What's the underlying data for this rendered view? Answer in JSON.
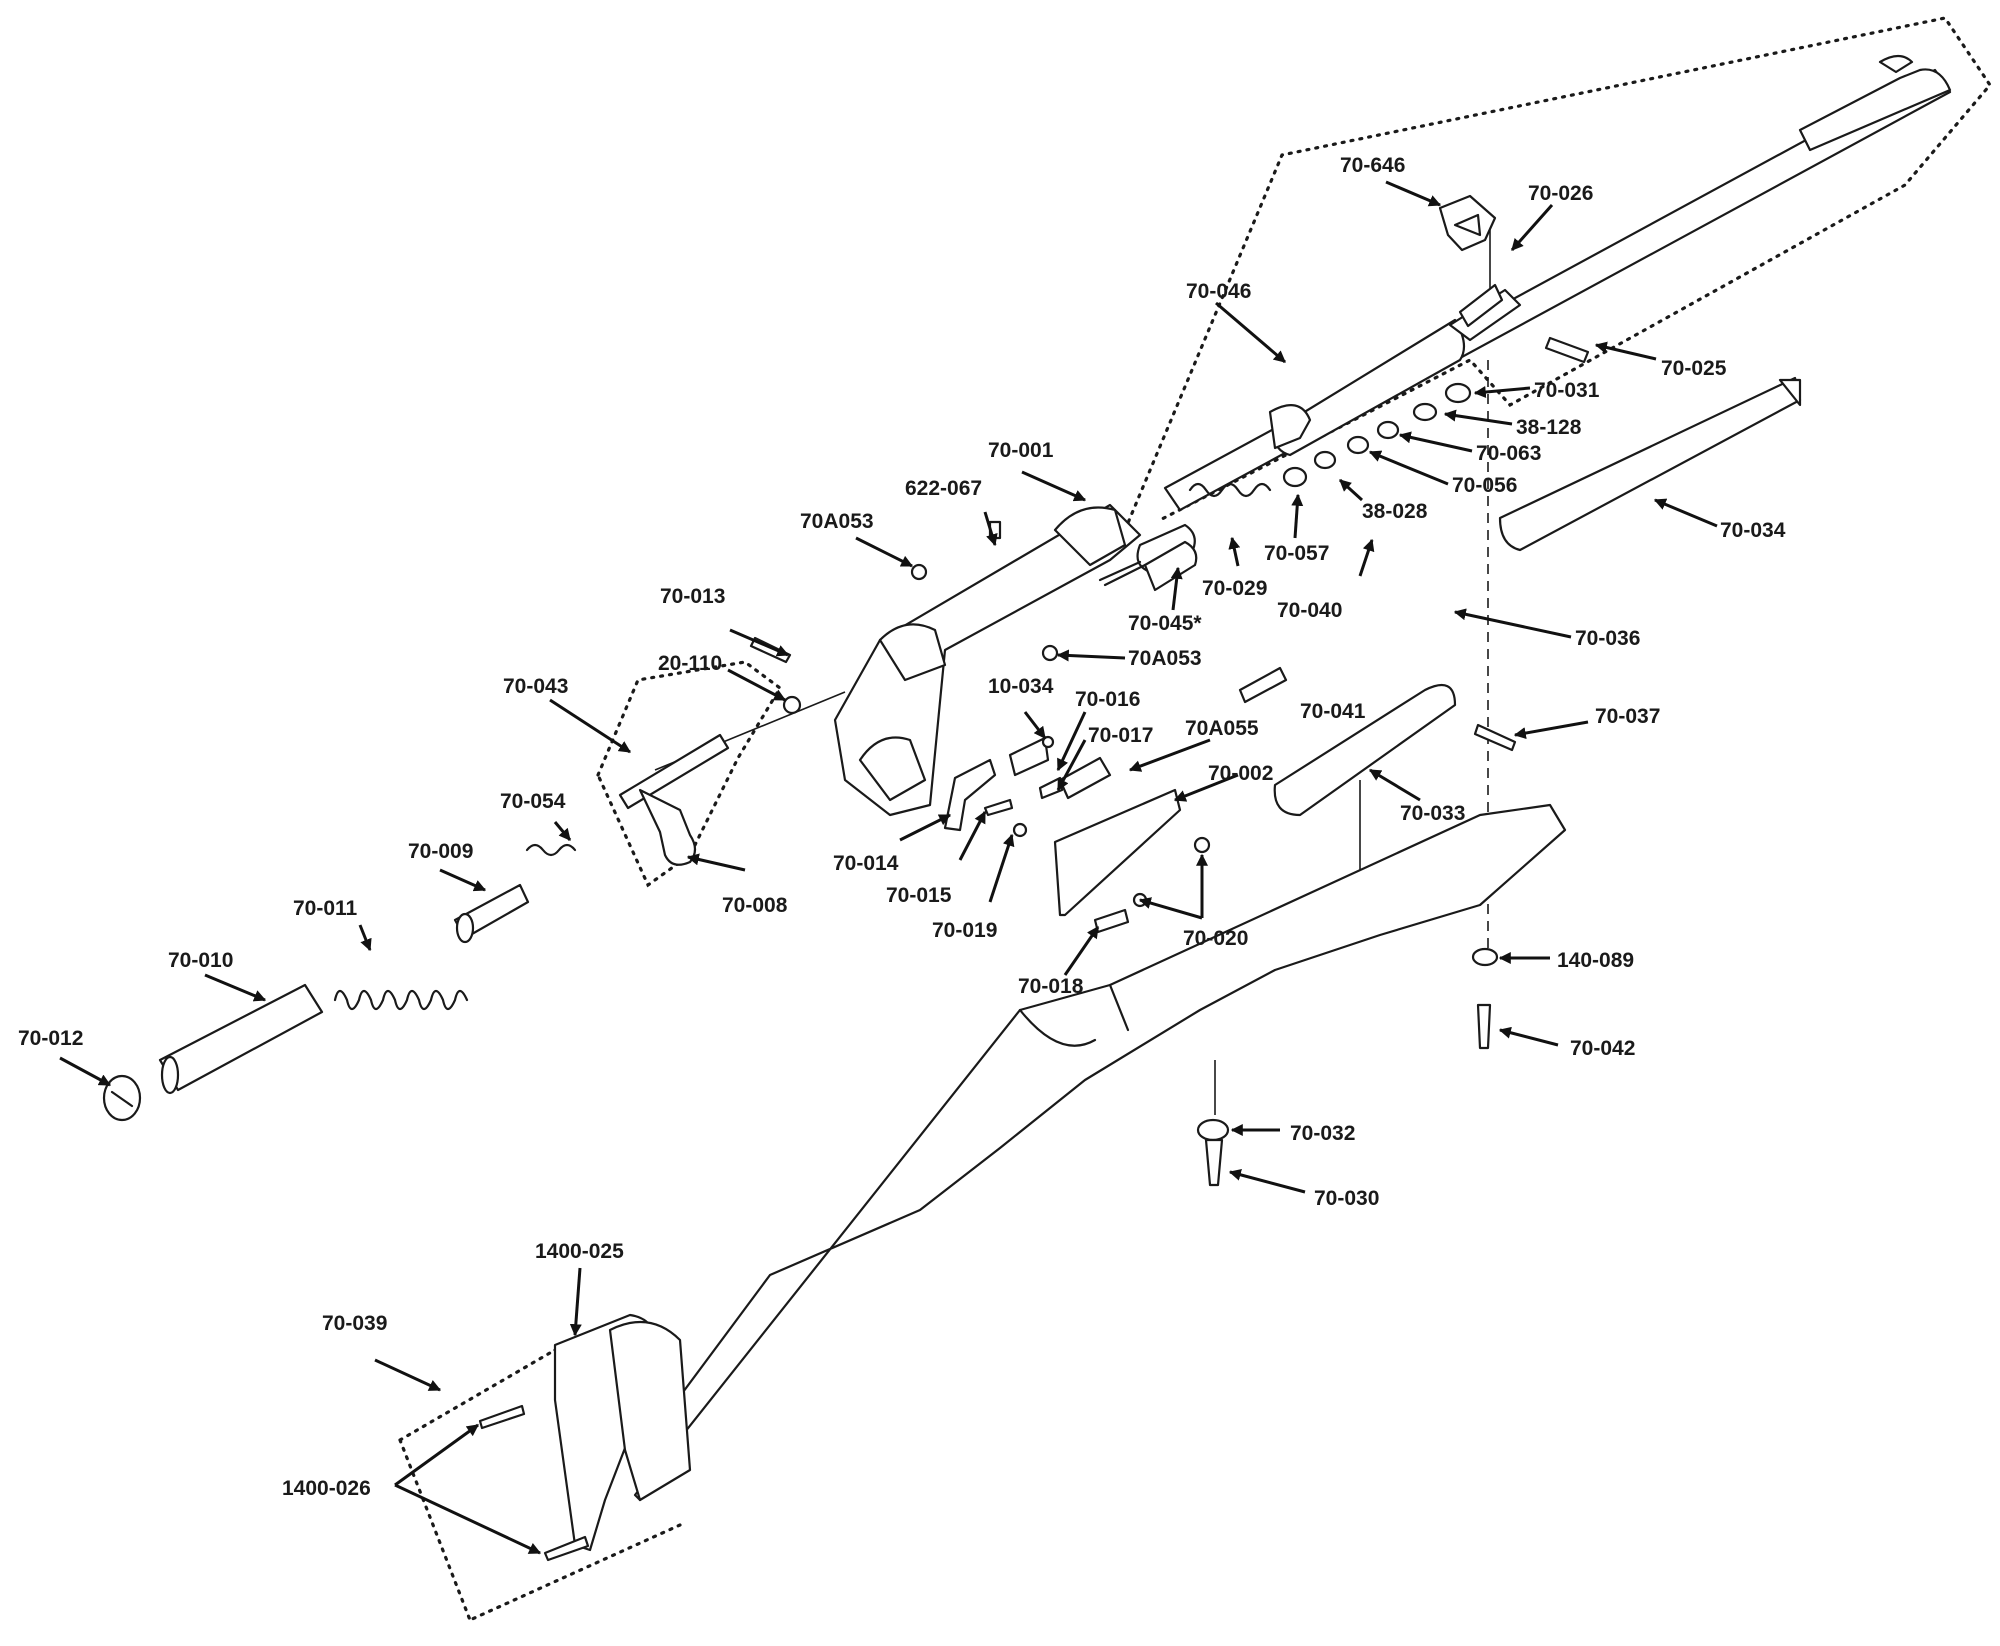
{
  "diagram": {
    "colors": {
      "ink": "#1a1a1a",
      "paper": "#ffffff"
    },
    "labels": {
      "l70_646": "70-646",
      "l70_026": "70-026",
      "l70_046": "70-046",
      "l70_025": "70-025",
      "l70_031": "70-031",
      "l38_128": "38-128",
      "l70_063": "70-063",
      "l70_056": "70-056",
      "l38_028": "38-028",
      "l70_057": "70-057",
      "l70_034": "70-034",
      "l70_001": "70-001",
      "l622_067": "622-067",
      "l70A053_top": "70A053",
      "l70_029": "70-029",
      "l70_040": "70-040",
      "l70_045": "70-045*",
      "l70A053_bot": "70A053",
      "l70_036": "70-036",
      "l70_013": "70-013",
      "l20_110": "20-110",
      "l70_043": "70-043",
      "l10_034": "10-034",
      "l70_016": "70-016",
      "l70_017": "70-017",
      "l70A055": "70A055",
      "l70_041": "70-041",
      "l70_037": "70-037",
      "l70_002": "70-002",
      "l70_033": "70-033",
      "l70_054": "70-054",
      "l70_014": "70-014",
      "l70_015": "70-015",
      "l70_009": "70-009",
      "l70_008": "70-008",
      "l70_019": "70-019",
      "l70_020": "70-020",
      "l70_011": "70-011",
      "l70_010": "70-010",
      "l70_018": "70-018",
      "l140_089": "140-089",
      "l70_012": "70-012",
      "l70_042": "70-042",
      "l70_032": "70-032",
      "l70_030": "70-030",
      "l1400_025": "1400-025",
      "l70_039": "70-039",
      "l1400_026": "1400-026"
    }
  }
}
